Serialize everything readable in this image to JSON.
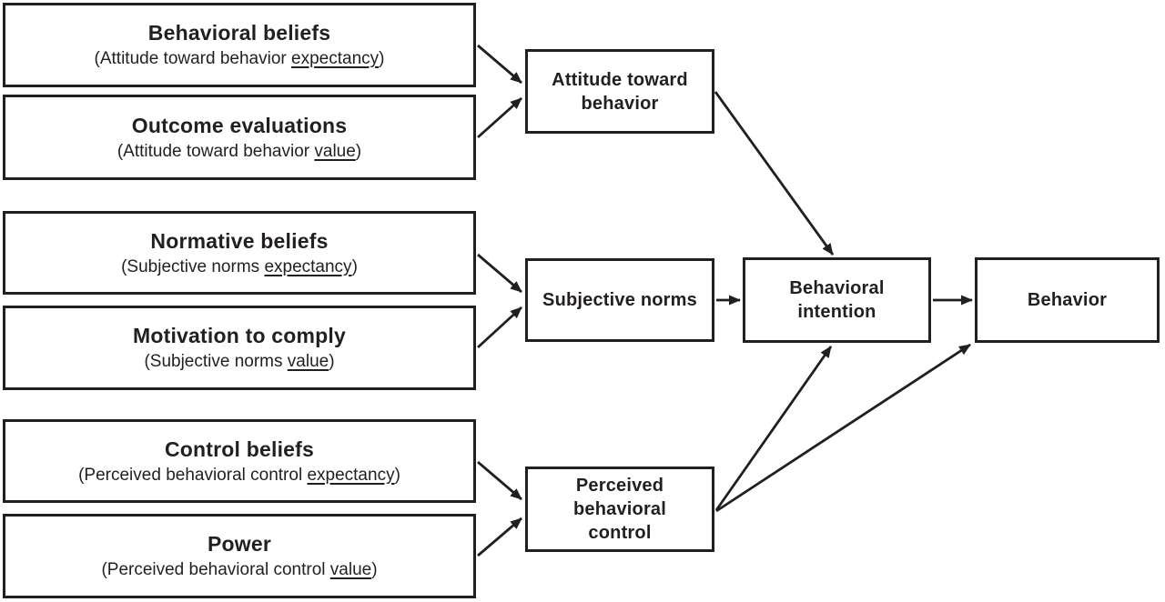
{
  "figure": {
    "background": "#ffffff",
    "line_color": "#231f20",
    "text_color": "#231f20"
  },
  "belief_boxes": [
    {
      "title": "Behavioral beliefs",
      "sub_prefix": "(Attitude toward behavior ",
      "sub_underlined": "expectancy",
      "sub_suffix": ")"
    },
    {
      "title": "Outcome evaluations",
      "sub_prefix": "(Attitude toward behavior ",
      "sub_underlined": "value",
      "sub_suffix": ")"
    },
    {
      "title": "Normative beliefs",
      "sub_prefix": "(Subjective norms ",
      "sub_underlined": "expectancy",
      "sub_suffix": ")"
    },
    {
      "title": "Motivation to comply",
      "sub_prefix": "(Subjective norms ",
      "sub_underlined": "value",
      "sub_suffix": ")"
    },
    {
      "title": "Control beliefs",
      "sub_prefix": "(Perceived behavioral control ",
      "sub_underlined": "expectancy",
      "sub_suffix": ")"
    },
    {
      "title": "Power",
      "sub_prefix": "(Perceived behavioral control ",
      "sub_underlined": "value",
      "sub_suffix": ")"
    }
  ],
  "construct_boxes": [
    {
      "label": "Attitude toward behavior",
      "lines": [
        "Attitude toward",
        "behavior"
      ]
    },
    {
      "label": "Subjective norms",
      "lines": [
        "Subjective norms"
      ]
    },
    {
      "label": "Perceived behavioral control",
      "lines": [
        "Perceived",
        "behavioral",
        "control"
      ]
    },
    {
      "label": "Behavioral intention",
      "lines": [
        "Behavioral",
        "intention"
      ]
    },
    {
      "label": "Behavior",
      "lines": [
        "Behavior"
      ]
    }
  ]
}
